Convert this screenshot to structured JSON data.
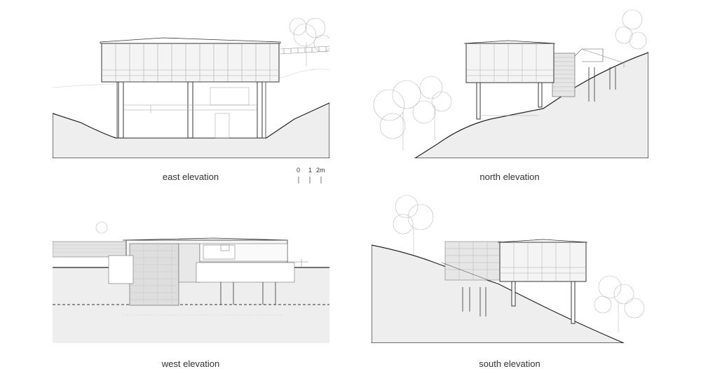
{
  "captions": {
    "east": "east elevation",
    "north": "north elevation",
    "west": "west elevation",
    "south": "south elevation"
  },
  "scale_bar": {
    "labels": [
      "0",
      "1",
      "2m"
    ]
  },
  "colors": {
    "ground": "#eeeeee",
    "line": "#222222",
    "light_line": "#999999",
    "glass": "#f4f4f4"
  }
}
